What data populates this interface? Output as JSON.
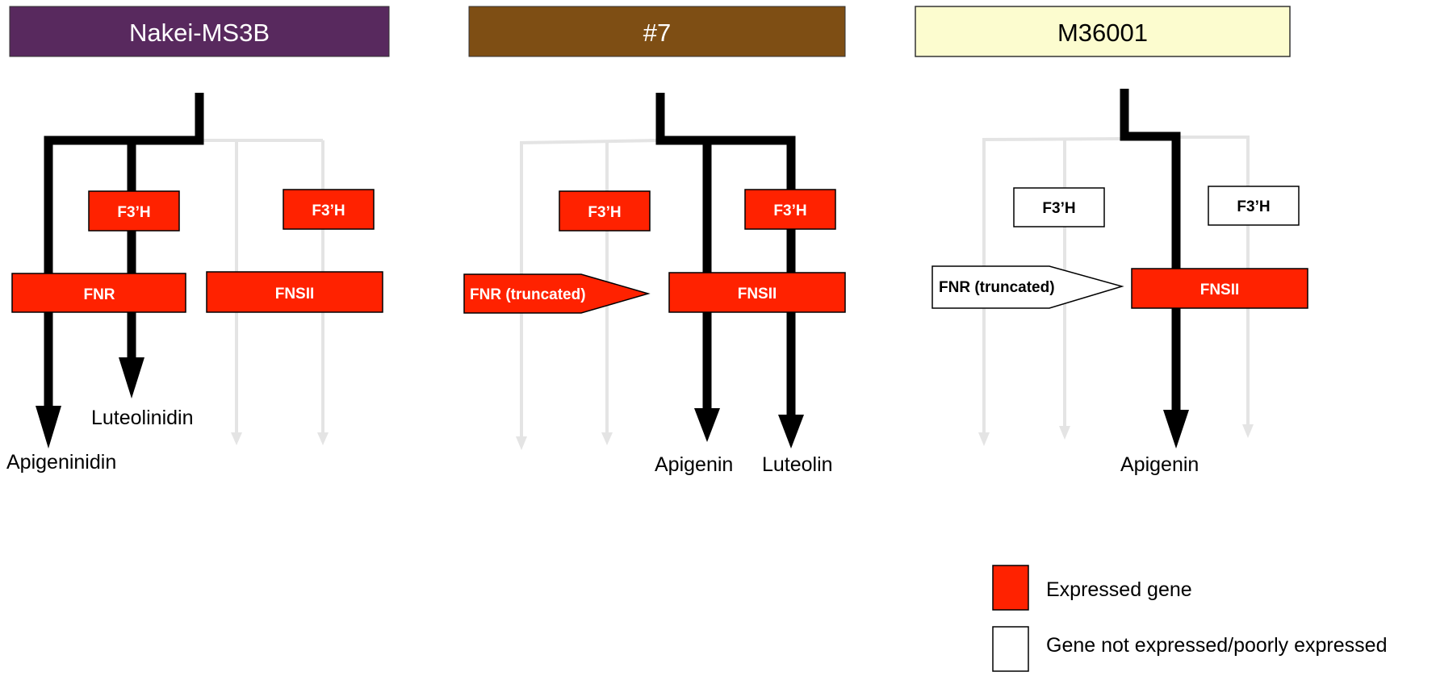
{
  "panels": [
    {
      "title": "Nakei-MS3B",
      "header_color": "#58295e",
      "header_text_color": "#ffffff",
      "genes": [
        {
          "label": "F3’H",
          "state": "expressed"
        },
        {
          "label": "FNR",
          "state": "expressed"
        },
        {
          "label": "F3’H",
          "state": "expressed"
        },
        {
          "label": "FNSII",
          "state": "expressed"
        }
      ],
      "products": [
        "Apigeninidin",
        "Luteolinidin"
      ]
    },
    {
      "title": "#7",
      "header_color": "#7e4e14",
      "header_text_color": "#ffffff",
      "genes": [
        {
          "label": "F3’H",
          "state": "expressed"
        },
        {
          "label": "FNR (truncated)",
          "state": "expressed"
        },
        {
          "label": "F3’H",
          "state": "expressed"
        },
        {
          "label": "FNSII",
          "state": "expressed"
        }
      ],
      "products": [
        "Apigenin",
        "Luteolin"
      ]
    },
    {
      "title": "M36001",
      "header_color": "#fcfccf",
      "header_text_color": "#000000",
      "genes": [
        {
          "label": "F3’H",
          "state": "not_expressed"
        },
        {
          "label": "FNR (truncated)",
          "state": "not_expressed"
        },
        {
          "label": "F3’H",
          "state": "not_expressed"
        },
        {
          "label": "FNSII",
          "state": "expressed"
        }
      ],
      "products": [
        "Apigenin"
      ]
    }
  ],
  "legend": {
    "expressed_label": "Expressed gene",
    "not_expressed_label": "Gene not expressed/poorly expressed"
  },
  "colors": {
    "expressed": "#ff2200",
    "not_expressed": "#ffffff",
    "active_path": "#000000",
    "inactive_path": "#e4e4e4"
  }
}
